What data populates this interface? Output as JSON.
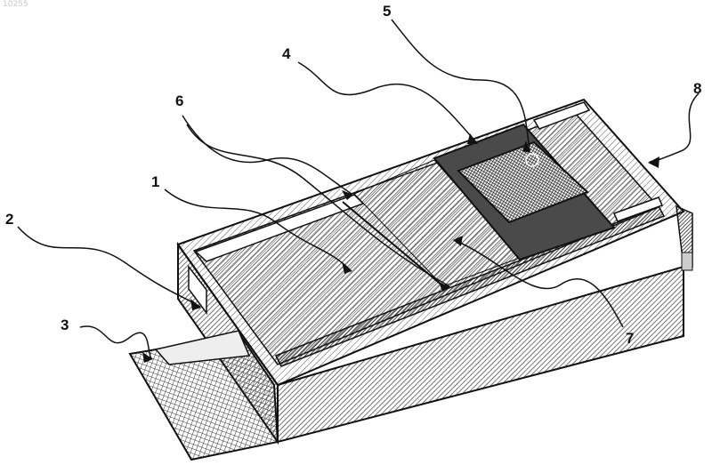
{
  "figure_id": "10255",
  "callouts": [
    {
      "id": "label-1",
      "text": "1"
    },
    {
      "id": "label-2",
      "text": "2"
    },
    {
      "id": "label-3",
      "text": "3"
    },
    {
      "id": "label-4",
      "text": "4"
    },
    {
      "id": "label-5",
      "text": "5"
    },
    {
      "id": "label-6",
      "text": "6"
    },
    {
      "id": "label-7",
      "text": "7"
    },
    {
      "id": "label-8",
      "text": "8"
    }
  ],
  "colors": {
    "line": "#111111",
    "hatch": "#3a3a3a",
    "dark_panel": "#2a2a2a",
    "background": "#ffffff"
  }
}
